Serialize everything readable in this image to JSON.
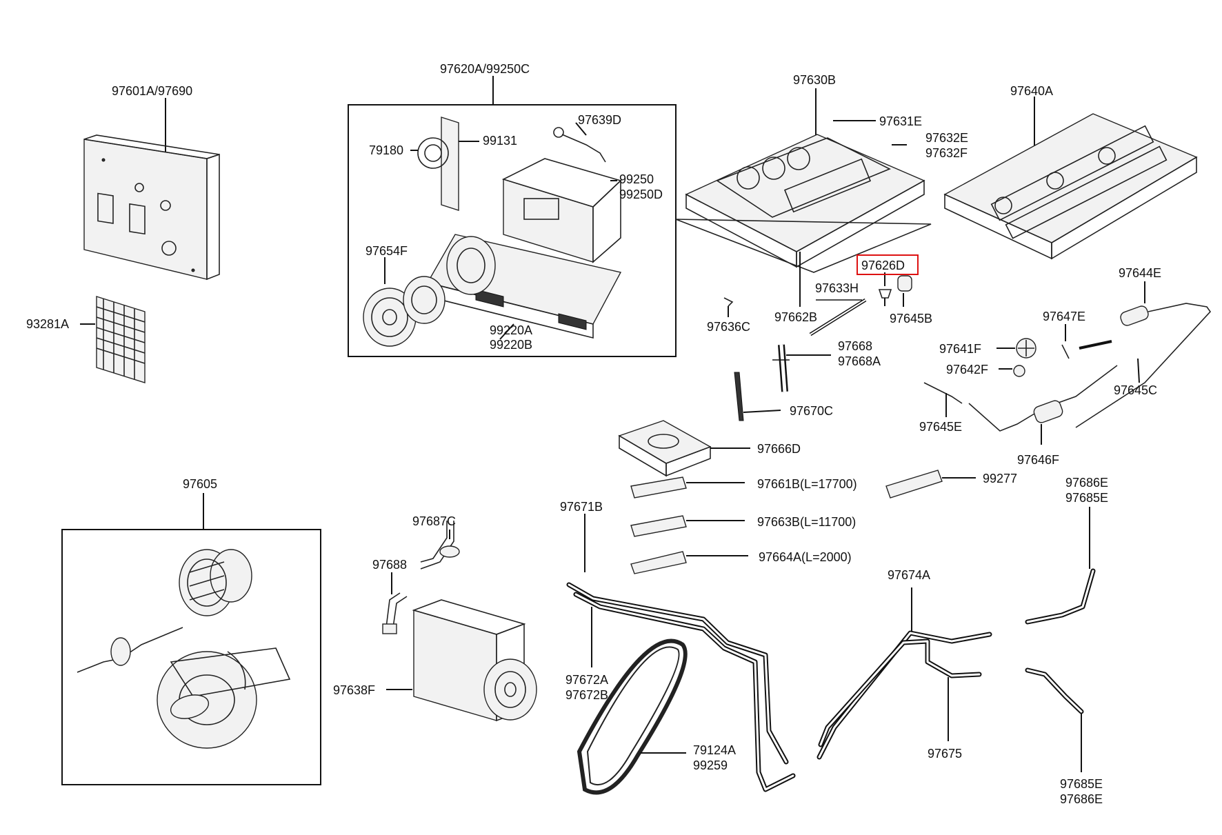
{
  "diagram": {
    "labels": {
      "p97601": "97601A/97690",
      "p93281": "93281A",
      "p97620": "97620A/99250C",
      "p97639": "97639D",
      "p79180": "79180",
      "p99131": "99131",
      "p99250": "99250",
      "p99250d": "99250D",
      "p97654": "97654F",
      "p99220a": "99220A",
      "p99220b": "99220B",
      "p97630": "97630B",
      "p97631": "97631E",
      "p97632e": "97632E",
      "p97632f": "97632F",
      "p97640": "97640A",
      "p97626": "97626D",
      "p97633": "97633H",
      "p97662": "97662B",
      "p97645b": "97645B",
      "p97636": "97636C",
      "p97644": "97644E",
      "p97647": "97647E",
      "p97641": "97641F",
      "p97642": "97642F",
      "p97645c": "97645C",
      "p97645e": "97645E",
      "p97646": "97646F",
      "p97668": "97668",
      "p97668a": "97668A",
      "p97670": "97670C",
      "p97666": "97666D",
      "p97661": "97661B(L=17700)",
      "p99277": "99277",
      "p97663": "97663B(L=11700)",
      "p97664": "97664A(L=2000)",
      "p97686e_top": "97686E",
      "p97685e_top": "97685E",
      "p97605": "97605",
      "p97687": "97687C",
      "p97688": "97688",
      "p97638": "97638F",
      "p97671": "97671B",
      "p97672a": "97672A",
      "p97672b": "97672B",
      "p79124": "79124A",
      "p99259": "99259",
      "p97674": "97674A",
      "p97675": "97675",
      "p97685e_bot": "97685E",
      "p97686e_bot": "97686E"
    },
    "highlight_color": "#dd1111"
  }
}
